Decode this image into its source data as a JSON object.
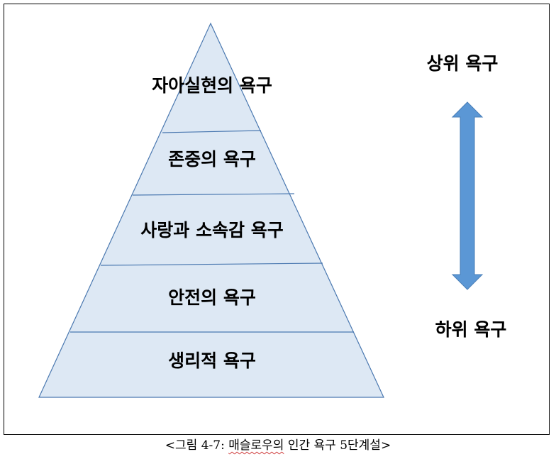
{
  "pyramid": {
    "levels": [
      {
        "label": "자아실현의 욕구"
      },
      {
        "label": "존중의 욕구"
      },
      {
        "label": "사랑과 소속감 욕구"
      },
      {
        "label": "안전의 욕구"
      },
      {
        "label": "생리적 욕구"
      }
    ],
    "fill_color": "#dde8f4",
    "stroke_color": "#4a78b0"
  },
  "arrow": {
    "top_label": "상위 욕구",
    "bottom_label": "하위 욕구",
    "color": "#5b97d5"
  },
  "caption": {
    "prefix": "<그림 4-7: ",
    "underlined": "매슬로우의",
    "suffix": " 인간 욕구 5단계설>"
  }
}
